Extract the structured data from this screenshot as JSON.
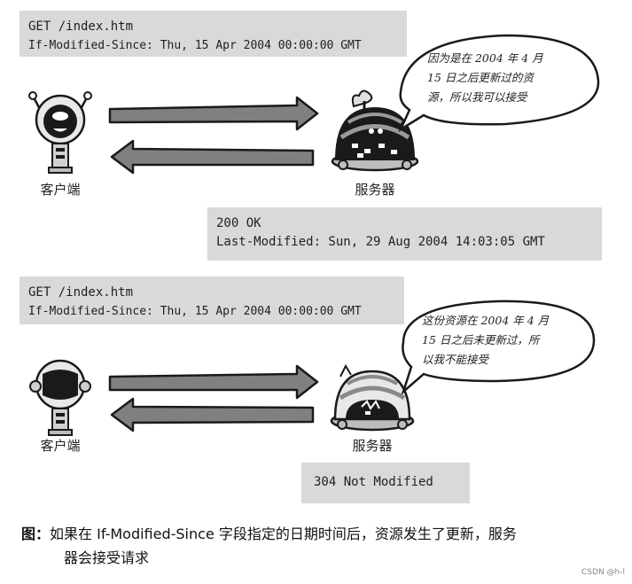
{
  "scene1": {
    "request": {
      "line1": "GET /index.htm",
      "line2": "If-Modified-Since: Thu, 15 Apr 2004 00:00:00 GMT"
    },
    "client_label": "客户端",
    "server_label": "服务器",
    "bubble": {
      "line1": "因为是在 2004 年 4 月",
      "line2": "15 日之后更新过的资",
      "line3": "源，所以我可以接受"
    },
    "response": {
      "line1": "200 OK",
      "line2": "Last-Modified: Sun, 29 Aug 2004 14:03:05 GMT"
    }
  },
  "scene2": {
    "request": {
      "line1": "GET /index.htm",
      "line2": "If-Modified-Since: Thu, 15 Apr 2004 00:00:00 GMT"
    },
    "client_label": "客户端",
    "server_label": "服务器",
    "bubble": {
      "line1": "这份资源在 2004 年 4 月",
      "line2": "15 日之后未更新过，所",
      "line3": "以我不能接受"
    },
    "response": {
      "line1": "304 Not Modified"
    }
  },
  "caption": {
    "lead": "图：",
    "line1": "如果在 If-Modified-Since 字段指定的日期时间后，资源发生了更新，服务",
    "line2": "器会接受请求"
  },
  "watermark": "CSDN @h-l",
  "colors": {
    "box_fill": "#d9d9d9",
    "arrow_fill": "#808080",
    "arrow_stroke": "#1a1a1a",
    "ink": "#1a1a1a"
  },
  "icons": [
    "robot-client-icon",
    "server-turtle-icon",
    "speech-bubble"
  ]
}
